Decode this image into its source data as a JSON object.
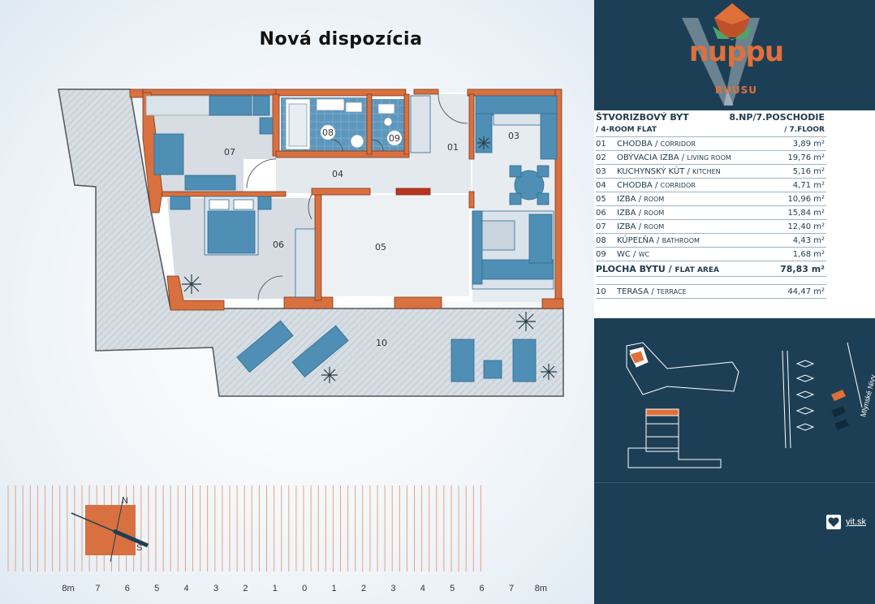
{
  "plan": {
    "title": "Nová dispozícia",
    "rooms": [
      {
        "num": "01"
      },
      {
        "num": "03"
      },
      {
        "num": "04"
      },
      {
        "num": "05"
      },
      {
        "num": "06"
      },
      {
        "num": "07"
      },
      {
        "num": "08"
      },
      {
        "num": "09"
      },
      {
        "num": "10"
      }
    ]
  },
  "scale": {
    "labels": [
      "8m",
      "7",
      "6",
      "5",
      "4",
      "3",
      "2",
      "1",
      "0",
      "1",
      "2",
      "3",
      "4",
      "5",
      "6",
      "7",
      "8m"
    ],
    "compass": {
      "north": "N",
      "south": "S"
    }
  },
  "brand": {
    "name": "nuppu",
    "sub": "RUUSU"
  },
  "flat": {
    "type_sk": "ŠTVORIZBOVÝ BYT",
    "floor_sk": "8.NP/7.POSCHODIE",
    "type_en": "/ 4-ROOM FLAT",
    "floor_en": "/ 7.FLOOR",
    "rooms": [
      {
        "num": "01",
        "name": "CHODBA",
        "en": "CORRIDOR",
        "area": "3,89 m²"
      },
      {
        "num": "02",
        "name": "OBÝVACIA IZBA",
        "en": "LIVING ROOM",
        "area": "19,76 m²"
      },
      {
        "num": "03",
        "name": "KUCHYNSKÝ KÚT",
        "en": "KITCHEN",
        "area": "5,16 m²"
      },
      {
        "num": "04",
        "name": "CHODBA",
        "en": "CORRIDOR",
        "area": "4,71 m²"
      },
      {
        "num": "05",
        "name": "IZBA",
        "en": "ROOM",
        "area": "10,96 m²"
      },
      {
        "num": "06",
        "name": "IZBA",
        "en": "ROOM",
        "area": "15,84 m²"
      },
      {
        "num": "07",
        "name": "IZBA",
        "en": "ROOM",
        "area": "12,40 m²"
      },
      {
        "num": "08",
        "name": "KÚPEĽŇA",
        "en": "BATHROOM",
        "area": "4,43 m²"
      },
      {
        "num": "09",
        "name": "WC",
        "en": "WC",
        "area": "1,68 m²"
      }
    ],
    "total_label": "PLOCHA BYTU",
    "total_en": "FLAT AREA",
    "total_area": "78,83 m²",
    "terrace": {
      "num": "10",
      "name": "TERASA",
      "en": "TERRACE",
      "area": "44,47 m²"
    }
  },
  "location": {
    "street": "Mlynské Nivy"
  },
  "footer": {
    "site": "yit.sk",
    "icon": "heart-icon"
  },
  "colors": {
    "wall": "#d9703f",
    "furniture": "#4f8fb6",
    "panel": "#1d3f55",
    "accent": "#e0703a",
    "terrace": "#cfd6dc"
  }
}
